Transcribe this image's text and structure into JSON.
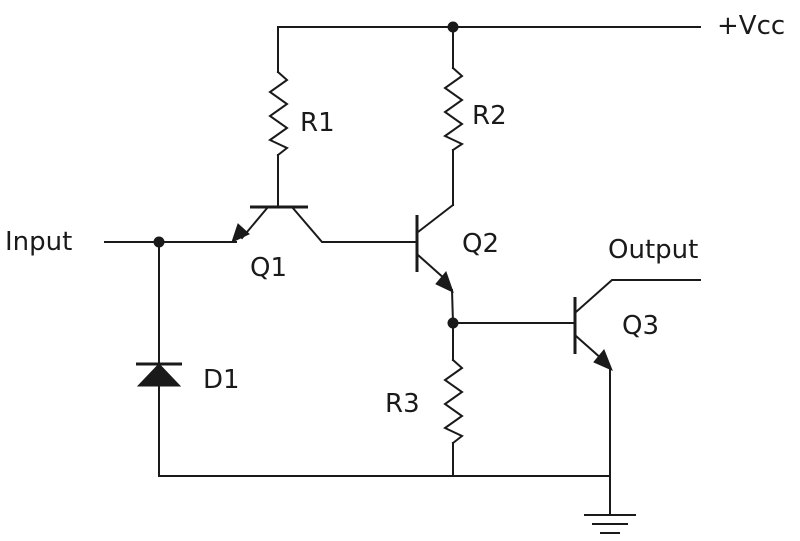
{
  "labels": {
    "vcc": "+Vcc",
    "r1": "R1",
    "r2": "R2",
    "r3": "R3",
    "q1": "Q1",
    "q2": "Q2",
    "q3": "Q3",
    "d1": "D1",
    "input": "Input",
    "output": "Output"
  },
  "icons": {
    "ground": "ground-symbol"
  }
}
